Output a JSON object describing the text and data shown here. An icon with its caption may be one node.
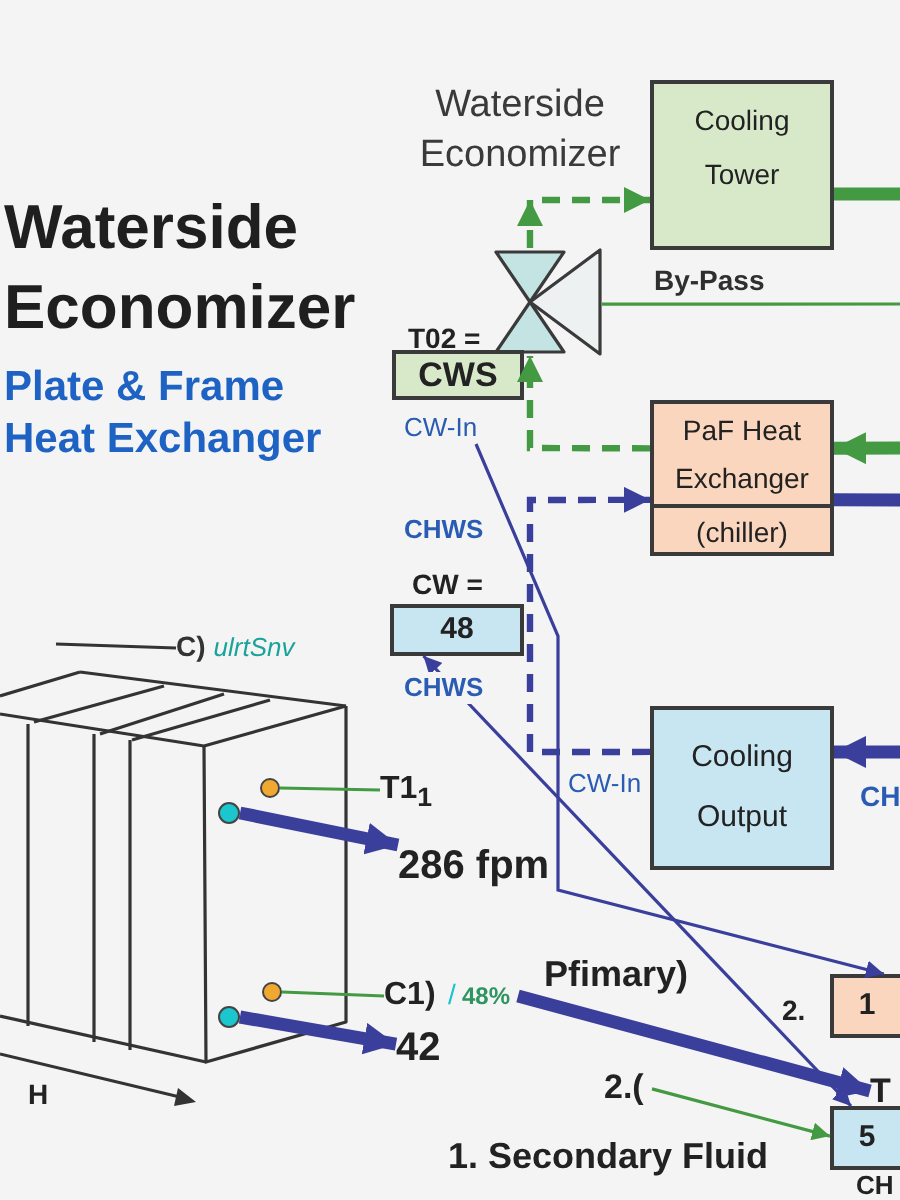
{
  "diagram": {
    "title": "Waterside Economizer",
    "nodes": [
      {
        "text": [
          "Cooling Tower"
        ]
      },
      {
        "text": [],
        "shape": "valve"
      },
      {
        "text": [
          "CWS"
        ],
        "beside": [
          "T02 ="
        ]
      },
      {
        "text": [
          "CW-In"
        ]
      },
      {
        "text": [
          "PaF Heat Exchanger",
          "(chiller)"
        ]
      },
      {
        "text": [
          "48"
        ],
        "beside": [
          "CW ="
        ]
      },
      {
        "text": [
          "Cooling Output"
        ]
      },
      {
        "text": [
          "C)",
          "ulrtSnv"
        ]
      },
      {
        "text": [
          "T1$_{1}$"
        ]
      },
      {
        "text": [],
        "shape": "circle"
      },
      {
        "text": [],
        "shape": "circle"
      },
      {
        "text": [
          "286 fpm"
        ]
      },
      {
        "text": [
          "C1)"
        ]
      },
      {
        "text": [
          "48%"
        ]
      },
      {
        "text": [],
        "shape": "circle"
      },
      {
        "text": [],
        "shape": "circle"
      },
      {
        "text": [
          "42"
        ]
      },
      {
        "text": [
          "1"
        ]
      },
      {
        "text": [
          "T"
        ]
      },
      {
        "text": [
          "2.("
        ]
      },
      {
        "text": [
          "5"
        ],
        "beside": [
          "CH"
        ]
      }
    ],
    "edges": [
      {
        "from": 0,
        "to": null,
        "arrow": "none",
        "style": "thick"
      },
      {
        "from": 1,
        "to": 0,
        "arrow": "to",
        "style": "dashed"
      },
      {
        "from": 1,
        "to": null,
        "arrow": "none",
        "label": "By-Pass"
      },
      {
        "from": null,
        "to": 4,
        "arrow": "to",
        "style": "thick"
      },
      {
        "from": 4,
        "to": 1,
        "arrow": "to",
        "style": "dashed"
      },
      {
        "from": 4,
        "to": null,
        "arrow": "none",
        "style": "thick",
        "color": "#3a3f9c"
      },
      {
        "from": 6,
        "to": 4,
        "arrow": "to",
        "style": "dashed",
        "color": "#3a3f9c"
      },
      {
        "from": null,
        "to": 6,
        "arrow": "to",
        "style": "thick",
        "color": "#3a3f9c"
      },
      {
        "from": 3,
        "to": 17,
        "arrow": "to",
        "color": "#3a3f9c"
      },
      {
        "from": 5,
        "to": 20,
        "arrow": "both",
        "color": "#3a3f9c"
      },
      {
        "from": 13,
        "to": 18,
        "arrow": "to",
        "style": "thick",
        "color": "#3a3f9c"
      },
      {
        "from": 19,
        "to": 20,
        "arrow": "to"
      },
      {
        "from": 8,
        "to": 9,
        "arrow": "none"
      },
      {
        "from": 10,
        "to": 11,
        "arrow": "to",
        "style": "thick",
        "color": "#3a3f9c"
      },
      {
        "from": 12,
        "to": 14,
        "arrow": "none"
      },
      {
        "from": 15,
        "to": 16,
        "arrow": "to",
        "style": "thick",
        "color": "#3a3f9c"
      },
      {
        "from": 7,
        "to": null,
        "arrow": "none",
        "color": "#333333"
      }
    ],
    "labels": [
      "Plate & Frame Heat Exchanger",
      "Waterside Economizer",
      "CHWS",
      "CHWS",
      "CW-In",
      "CH",
      "/",
      "Pfimary)",
      "2.",
      "1. Secondary Fluid",
      "H"
    ]
  }
}
